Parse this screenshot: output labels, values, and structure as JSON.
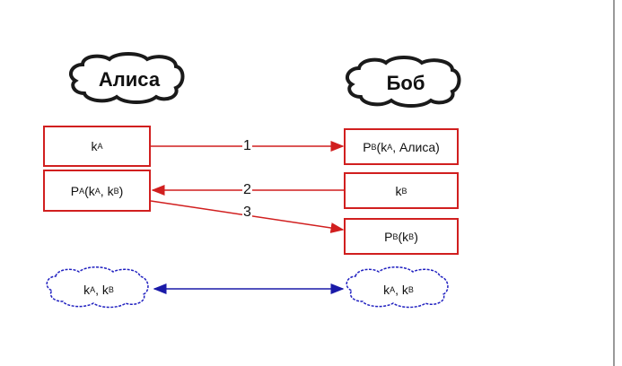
{
  "participants": {
    "alice": "Алиса",
    "bob": "Боб"
  },
  "boxes": {
    "alice_1": {
      "main": "k",
      "sub": "A"
    },
    "alice_2": {
      "p": "P",
      "p_sub": "A",
      "open": "(",
      "k1": "k",
      "k1_sub": "A",
      "sep": ", ",
      "k2": "k",
      "k2_sub": "B",
      "close": ")"
    },
    "bob_1": {
      "p": "P",
      "p_sub": "B",
      "open": "(",
      "k1": "k",
      "k1_sub": "A",
      "sep": ", ",
      "rest": "Алиса)"
    },
    "bob_2": {
      "main": "k",
      "sub": "B"
    },
    "bob_3": {
      "p": "P",
      "p_sub": "B",
      "open": "(",
      "k1": "k",
      "k1_sub": "B",
      "close": ")"
    }
  },
  "steps": [
    "1",
    "2",
    "3"
  ],
  "shared_keys": {
    "k1": "k",
    "k1_sub": "A",
    "sep": ", ",
    "k2": "k",
    "k2_sub": "B"
  },
  "colors": {
    "box_border": "#d11f1f",
    "message_arrow": "#d11f1f",
    "shared_arrow": "#1a1aa8",
    "cloud_border": "#1a1a1a",
    "key_cloud_border": "#2020c0"
  }
}
